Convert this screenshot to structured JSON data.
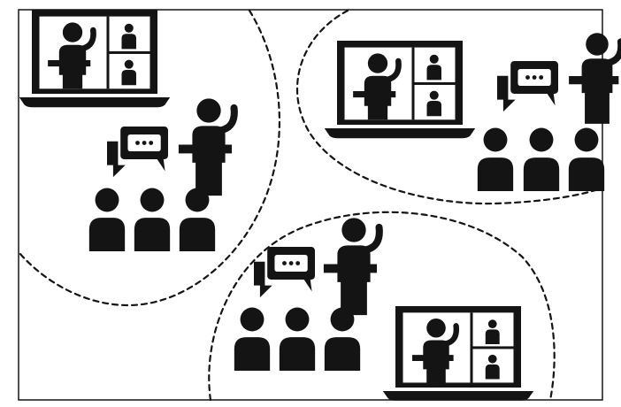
{
  "colors": {
    "ink": "#141414",
    "background": "#ffffff",
    "screen": "#ffffff"
  },
  "illustration": {
    "style": "black pictogram",
    "clusters": [
      {
        "id": "cluster-top-left",
        "icons": [
          "laptop-video-call-icon",
          "speech-bubble-icon",
          "speaker-podium-icon",
          "audience-person-icon",
          "audience-person-icon",
          "audience-person-icon"
        ]
      },
      {
        "id": "cluster-top-right",
        "icons": [
          "laptop-video-call-icon",
          "speech-bubble-icon",
          "speaker-podium-icon",
          "audience-person-icon",
          "audience-person-icon",
          "audience-person-icon"
        ]
      },
      {
        "id": "cluster-bottom-center",
        "icons": [
          "speech-bubble-icon",
          "speaker-podium-icon",
          "audience-person-icon",
          "audience-person-icon",
          "audience-person-icon",
          "laptop-video-call-icon"
        ]
      }
    ]
  }
}
